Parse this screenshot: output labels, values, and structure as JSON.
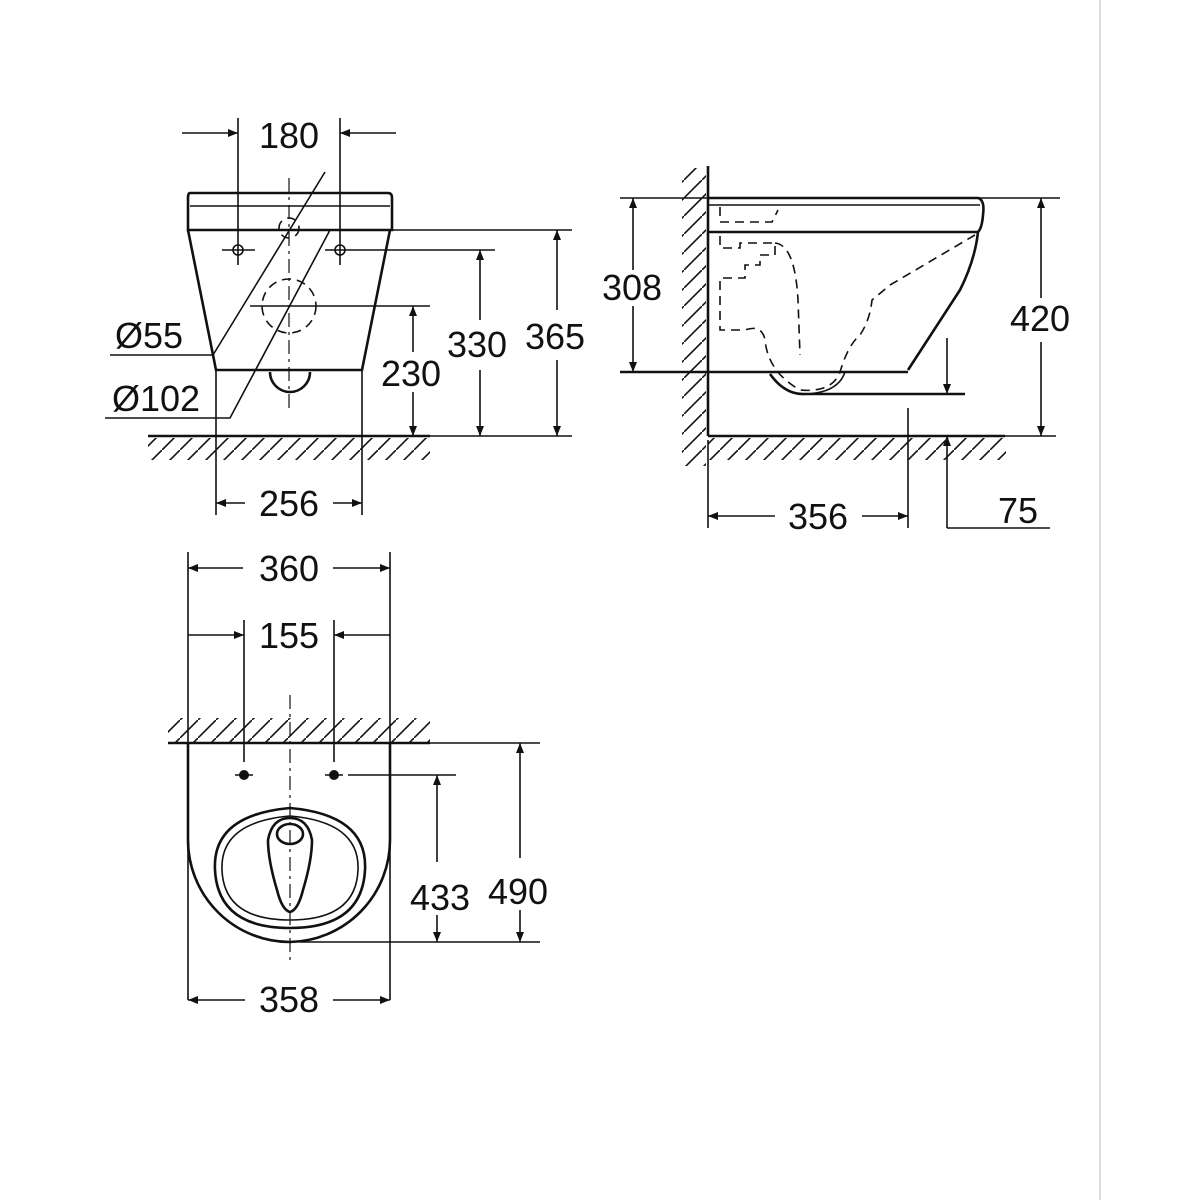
{
  "front_view": {
    "seat_hole_spacing": "180",
    "outlet_diameter_small": "Ø55",
    "outlet_diameter_large": "Ø102",
    "outlet_height": "230",
    "fixing_height": "330",
    "total_height": "365",
    "base_width": "256"
  },
  "side_view": {
    "bowl_height": "308",
    "top_height": "420",
    "projection": "356",
    "underside_offset": "75"
  },
  "top_view": {
    "overall_width": "360",
    "fixing_spacing": "155",
    "fixing_to_front": "433",
    "overall_depth": "490",
    "bowl_width": "358"
  }
}
